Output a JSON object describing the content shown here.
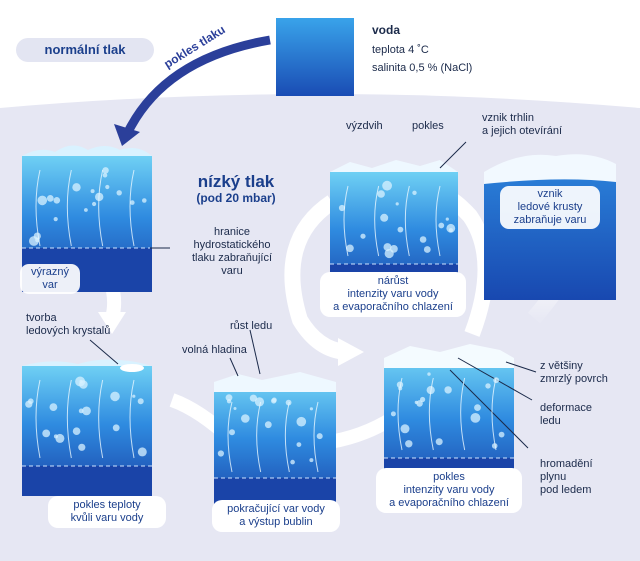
{
  "colors": {
    "background_top": "#ffffff",
    "background_band": "#e6e7f3",
    "water_light": "#5ec4f0",
    "water_dark": "#1c4fb4",
    "arrow_blue": "#2b3f9a",
    "text_dark": "#1b2a4a",
    "text_blue": "#1b3f8c"
  },
  "header": {
    "normal_pressure": "normální tlak",
    "pressure_drop": "pokles tlaku"
  },
  "sample": {
    "title": "voda",
    "temperature": "teplota 4 ˚C",
    "salinity": "salinita 0,5 % (NaCl)"
  },
  "low_pressure": {
    "title": "nízký tlak",
    "subtitle": "(pod 20 mbar)"
  },
  "annotations": {
    "boundary": [
      "hranice",
      "hydrostatického",
      "tlaku zabraňující",
      "varu"
    ],
    "crystals": [
      "tvorba",
      "ledových krystalů"
    ],
    "ice_growth": "růst ledu",
    "free_surface": "volná hladina",
    "eruption": "výzdvih",
    "drop_label": "pokles",
    "cracks": [
      "vznik trhlin",
      "a jejich otevírání"
    ],
    "frozen_surface": [
      "z většiny",
      "zmrzlý povrch"
    ],
    "ice_deformation": [
      "deformace",
      "ledu"
    ],
    "gas_accumulation": [
      "hromadění",
      "plynu",
      "pod ledem"
    ]
  },
  "stages": {
    "boiling": [
      "výrazný",
      "var"
    ],
    "temp_drop": [
      "pokles teploty",
      "kvůli varu vody"
    ],
    "continued_boiling": [
      "pokračující var vody",
      "a výstup bublin"
    ],
    "intensity_increase": [
      "nárůst",
      "intenzity varu vody",
      "a evaporačního chlazení"
    ],
    "intensity_decrease": [
      "pokles",
      "intenzity varu vody",
      "a evaporačního chlazení"
    ],
    "ice_crust": [
      "vznik",
      "ledové krusty",
      "zabraňuje varu"
    ]
  },
  "icons": [
    "boiling-water-block-icon",
    "ice-crust-icon",
    "bubble-icon",
    "flow-arrow-icon"
  ]
}
